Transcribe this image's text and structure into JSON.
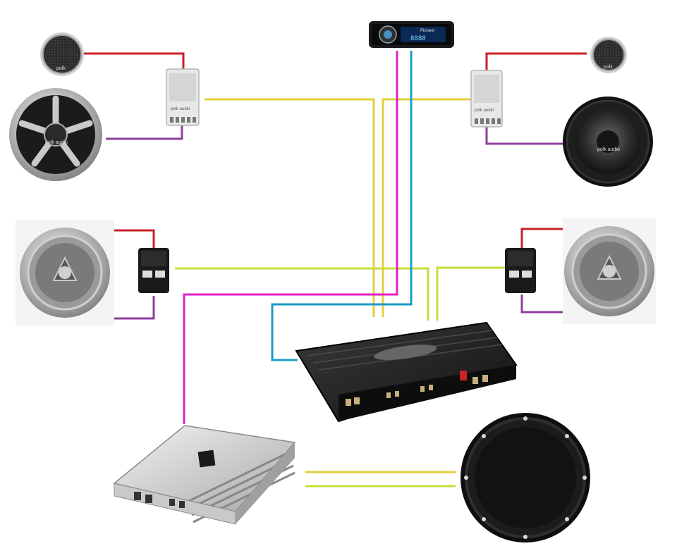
{
  "diagram": {
    "components": {
      "head_unit": {
        "brand_text": "Pioneer",
        "display_text": "8888",
        "icon": "car-stereo-icon"
      },
      "front_left_tweeter": {
        "brand_text": "polk",
        "icon": "tweeter-icon"
      },
      "front_left_midbass": {
        "brand_text": "polk audio",
        "icon": "woofer-icon"
      },
      "front_left_crossover": {
        "brand_text": "polk audio",
        "icon": "crossover-icon"
      },
      "front_right_tweeter": {
        "brand_text": "polk",
        "icon": "tweeter-icon"
      },
      "front_right_midbass": {
        "brand_text": "polk audio",
        "icon": "woofer-icon"
      },
      "front_right_crossover": {
        "brand_text": "polk audio",
        "icon": "crossover-icon"
      },
      "rear_left_coaxial": {
        "icon": "coaxial-speaker-icon"
      },
      "rear_left_crossover": {
        "icon": "crossover-box-icon"
      },
      "rear_right_coaxial": {
        "icon": "coaxial-speaker-icon"
      },
      "rear_right_crossover": {
        "icon": "crossover-box-icon"
      },
      "four_channel_amp": {
        "icon": "amplifier-icon"
      },
      "mono_amp": {
        "icon": "amplifier-icon"
      },
      "subwoofer": {
        "icon": "subwoofer-icon"
      }
    },
    "wire_colors": {
      "tweeter_lead": "#c8202a",
      "woofer_lead": "#8e3e9c",
      "front_signal": "#e2cf3a",
      "rear_signal": "#c9dc3a",
      "sub_rca": "#e020c8",
      "remote_rca": "#1a9cc8",
      "sub_output_a": "#e2cf3a",
      "sub_output_b": "#c9dc3a"
    }
  }
}
